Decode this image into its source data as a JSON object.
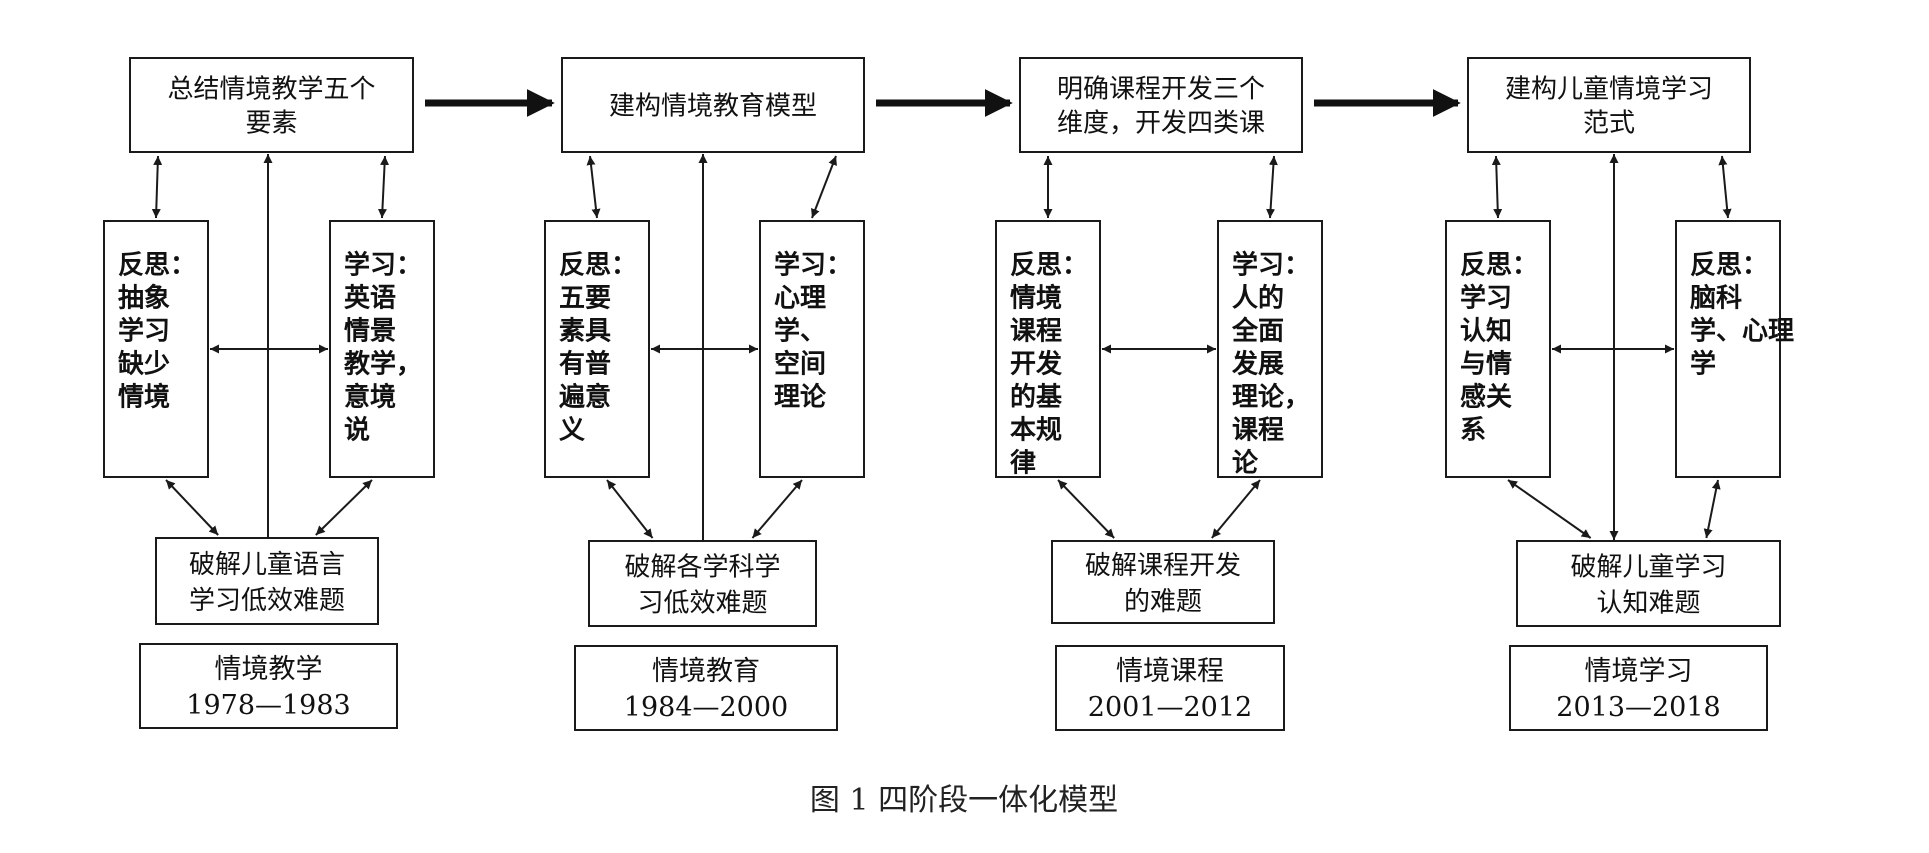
{
  "stages": [
    {
      "top_box": [
        "总结情境教学五个",
        "要素"
      ],
      "left_box": [
        "反思：",
        "抽象",
        "学习",
        "缺少",
        "情境"
      ],
      "right_box": [
        "学习：",
        "英语",
        "情景",
        "教学，",
        "意境",
        "说"
      ],
      "problem_box": [
        "破解儿童语言",
        "学习低效难题"
      ],
      "label_box": [
        "情境教学",
        "1978—1983"
      ]
    },
    {
      "top_box": [
        "建构情境教育模型"
      ],
      "left_box": [
        "反思：",
        "五要",
        "素具",
        "有普",
        "遍意",
        "义"
      ],
      "right_box": [
        "学习：",
        "心理",
        "学、",
        "空间",
        "理论"
      ],
      "problem_box": [
        "破解各学科学",
        "习低效难题"
      ],
      "label_box": [
        "情境教育",
        "1984—2000"
      ]
    },
    {
      "top_box": [
        "明确课程开发三个",
        "维度，开发四类课"
      ],
      "left_box": [
        "反思：",
        "情境",
        "课程",
        "开发",
        "的基",
        "本规",
        "律"
      ],
      "right_box": [
        "学习：",
        "人的",
        "全面",
        "发展",
        "理论，",
        "课程",
        "论"
      ],
      "problem_box": [
        "破解课程开发",
        "的难题"
      ],
      "label_box": [
        "情境课程",
        "2001—2012"
      ]
    },
    {
      "top_box": [
        "建构儿童情境学习",
        "范式"
      ],
      "left_box": [
        "反思：",
        "学习",
        "认知",
        "与情",
        "感关",
        "系"
      ],
      "right_box": [
        "反思：",
        "脑科",
        "学、心理",
        "学"
      ],
      "problem_box": [
        "破解儿童学习",
        "认知难题"
      ],
      "label_box": [
        "情境学习",
        "2013—2018"
      ]
    }
  ],
  "caption": "图 1  四阶段一体化模型"
}
